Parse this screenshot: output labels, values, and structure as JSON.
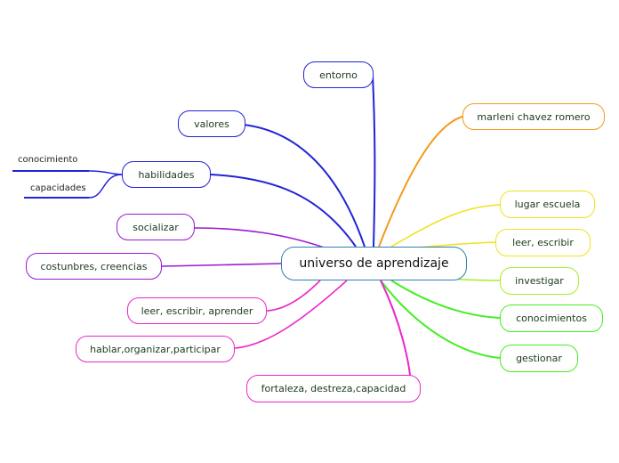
{
  "central": {
    "label": "universo de aprendizaje"
  },
  "nodes": {
    "entorno": "entorno",
    "marleni": "marleni chavez romero",
    "valores": "valores",
    "habilidades": "habilidades",
    "socializar": "socializar",
    "costumbres": "costunbres, creencias",
    "leer_escribir_aprender": "leer, escribir, aprender",
    "hablar": "hablar,organizar,participar",
    "fortaleza": "fortaleza, destreza,capacidad",
    "lugar_escuela": "lugar escuela",
    "leer_escribir": "leer, escribir",
    "investigar": "investigar",
    "conocimientos": "conocimientos",
    "gestionar": "gestionar"
  },
  "subtopics": {
    "conocimiento": "conocimiento",
    "capacidades": "capacidades"
  },
  "colors": {
    "central_border": "#2e7fb3",
    "blue": "#2323d8",
    "orange": "#f39a1c",
    "yellow": "#f0e21e",
    "lime": "#a6ee2a",
    "green": "#44ee22",
    "purple": "#9a1ad2",
    "magenta": "#ea28c8"
  }
}
